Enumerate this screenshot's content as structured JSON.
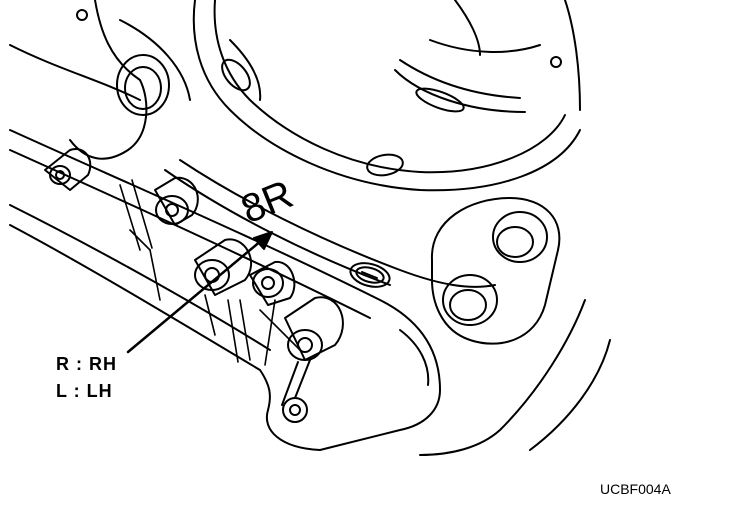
{
  "figure": {
    "part_marking": "8R",
    "legend": [
      "R : RH",
      "L : LH"
    ],
    "figure_code": "UCBF004A"
  },
  "colors": {
    "line": "#000000",
    "background": "#ffffff"
  }
}
